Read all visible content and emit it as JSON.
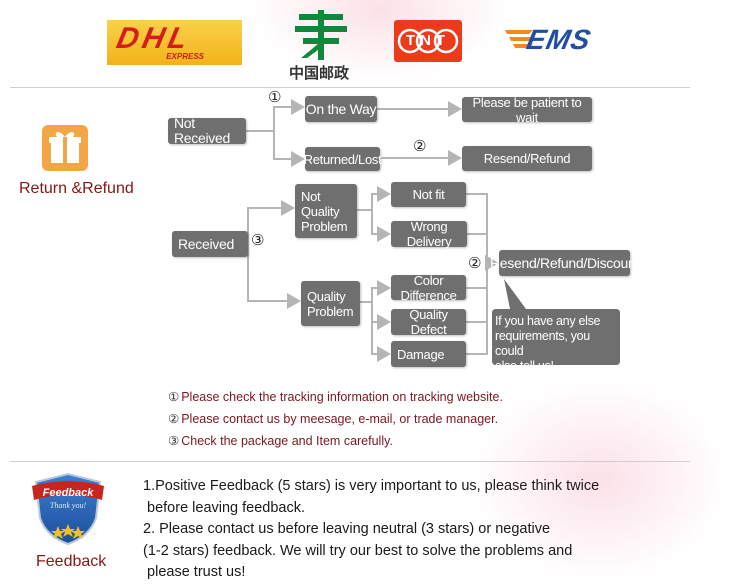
{
  "carriers": {
    "dhl": {
      "name": "DHL",
      "sub": "EXPRESS"
    },
    "china_post": {
      "sub": "中国邮政"
    },
    "tnt": {
      "name": "TNT"
    },
    "ems": {
      "name": "EMS"
    }
  },
  "colors": {
    "box": "#6f6f6f",
    "note": "#7b1620",
    "title": "#8b1414",
    "dhl_red": "#d51d1d",
    "dhl_yellow": "#f2b21a",
    "post_green": "#0b8a3c",
    "tnt_orange": "#ee3a1c",
    "ems_blue": "#1f4ea3"
  },
  "return_refund": {
    "title": "Return &Refund",
    "icon": "gift-icon"
  },
  "flow": {
    "not_received": "Not Received",
    "on_the_way": "On the Way",
    "patient": "Please be patient to wait",
    "returned_lost": "Returned/Lost",
    "resend_refund": "Resend/Refund",
    "received": "Received",
    "not_quality_problem": [
      "Not",
      "Quality",
      "Problem"
    ],
    "quality_problem": [
      "Quality",
      "Problem"
    ],
    "not_fit": "Not fit",
    "wrong_delivery": "Wrong Delivery",
    "color_difference": "Color Difference",
    "quality_defect": "Quality Defect",
    "damage": "Damage",
    "resend_refund_discount": "Resend/Refund/Discount",
    "bubble": [
      "If you have any else",
      "requirements, you could",
      "also tell us!"
    ],
    "markers": {
      "one": "①",
      "two": "②",
      "three": "③"
    }
  },
  "notes": [
    {
      "num": "①",
      "text": "Please check the tracking information on tracking website."
    },
    {
      "num": "②",
      "text": "Please contact us by meesage, e-mail, or trade manager."
    },
    {
      "num": "③",
      "text": "Check the package and Item carefully."
    }
  ],
  "feedback": {
    "title": "Feedback",
    "badge_top": "Feedback",
    "badge_sub": "Thank you!",
    "icon": "feedback-shield-icon",
    "lines": [
      "1.Positive Feedback (5 stars) is very important to us, please think twice",
      " before leaving feedback.",
      "2. Please contact us before leaving neutral (3 stars) or negative",
      "(1-2 stars) feedback. We will try our best to solve the problems and",
      " please trust us!"
    ]
  }
}
